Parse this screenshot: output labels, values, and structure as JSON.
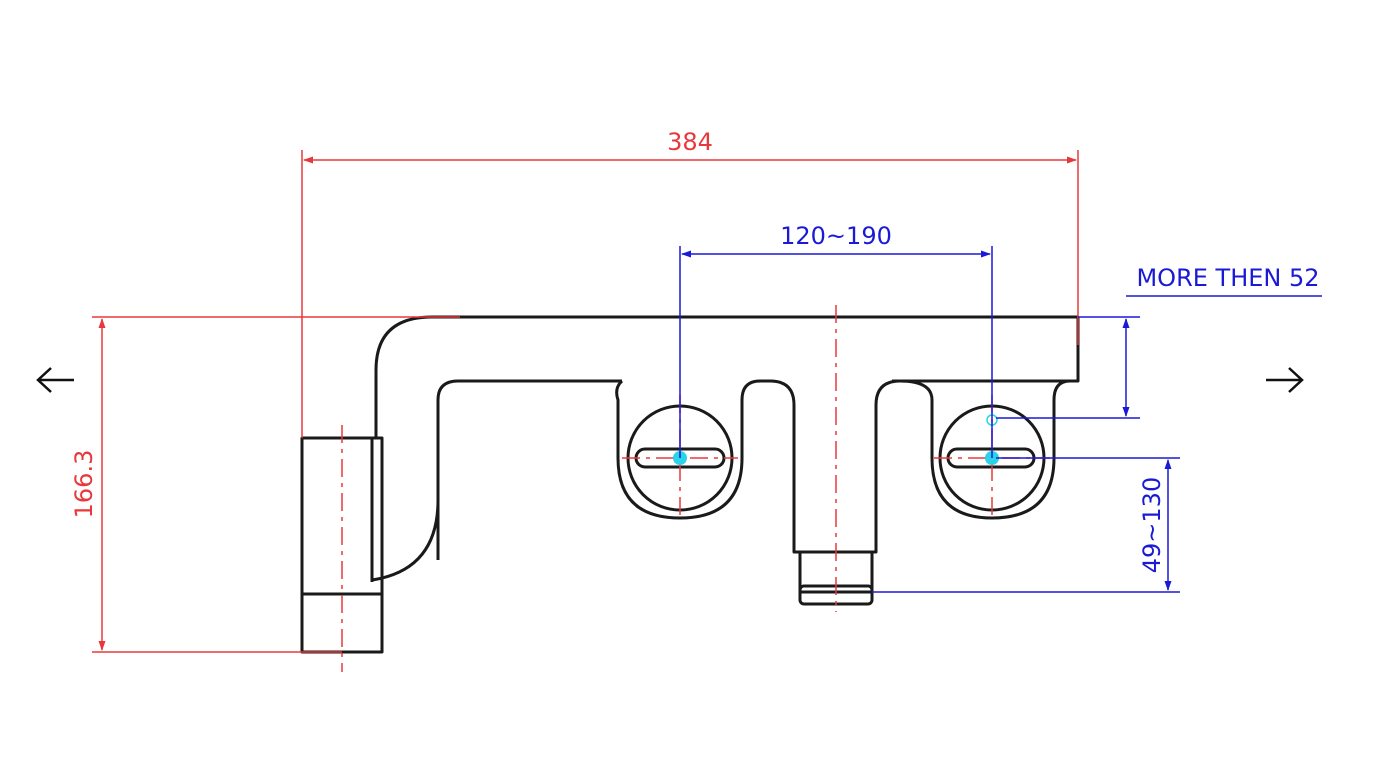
{
  "navigation": {
    "prev_icon": "arrow-left-icon",
    "next_icon": "arrow-right-icon"
  },
  "dimensions": {
    "overall_width": "384",
    "overall_height": "166.3",
    "center_distance": "120~190",
    "wall_thickness": "MORE THEN 52",
    "outlet_offset": "49~130"
  },
  "colors": {
    "outline": "#1a1a1a",
    "dimension_red": "#e8383b",
    "dimension_blue": "#1a1ad6",
    "highlight_cyan": "#2bd3e8"
  }
}
